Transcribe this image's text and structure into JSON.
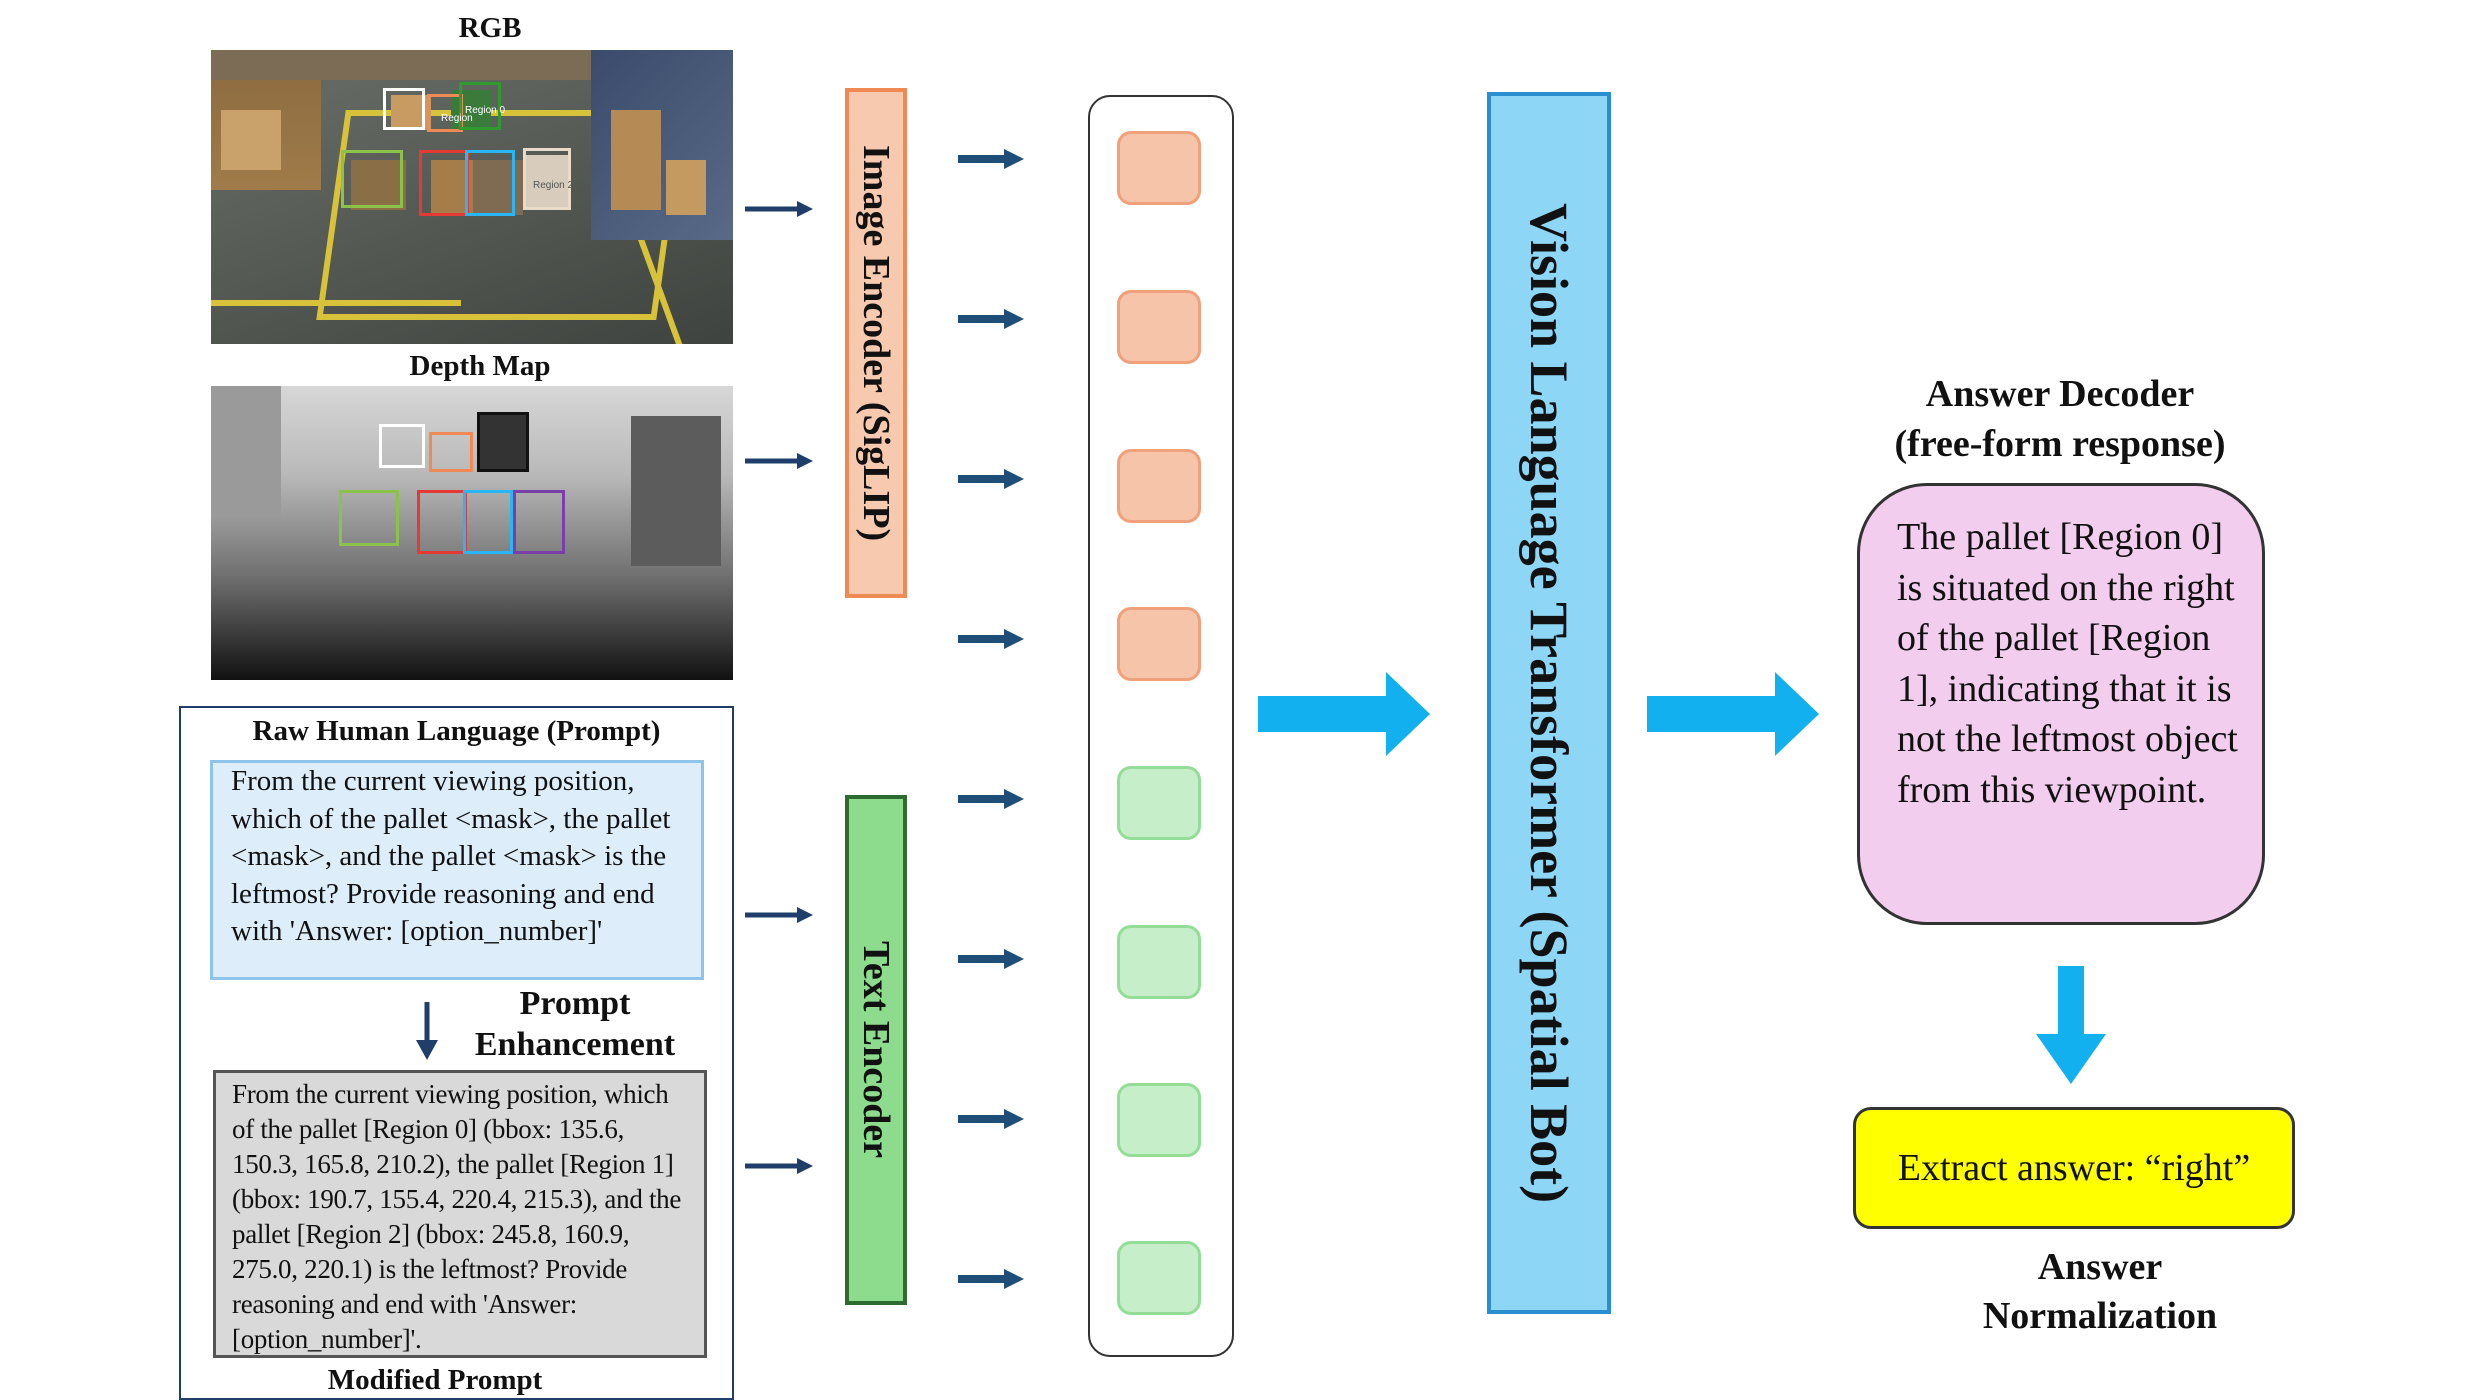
{
  "inputs": {
    "rgb_label": "RGB",
    "depth_label": "Depth Map",
    "rgb_region_tags": [
      "Region",
      "Region 0",
      "Region 2"
    ]
  },
  "prompt": {
    "raw_title": "Raw Human Language (Prompt)",
    "raw_text": "From the current viewing position, which of the pallet <mask>, the pallet <mask>, and the pallet <mask> is the leftmost? Provide reasoning and end with 'Answer: [option_number]'",
    "enhancement_label_line1": "Prompt",
    "enhancement_label_line2": "Enhancement",
    "modified_text": "From the current viewing position, which of the pallet [Region 0] (bbox: 135.6, 150.3, 165.8, 210.2), the pallet [Region 1] (bbox: 190.7, 155.4, 220.4, 215.3), and the pallet [Region 2] (bbox: 245.8, 160.9, 275.0, 220.1) is the leftmost? Provide reasoning and end with 'Answer: [option_number]'.",
    "modified_title": "Modified Prompt"
  },
  "encoders": {
    "image_encoder_label": "Image Encoder (SigLIP)",
    "text_encoder_label": "Text Encoder"
  },
  "model": {
    "vlt_label": "Vision Language Transformer (Spatial Bot)"
  },
  "output": {
    "decoder_title_line1": "Answer Decoder",
    "decoder_title_line2": "(free-form response)",
    "response_text": "The pallet [Region 0] is situated on the right of the pallet [Region 1], indicating that it is not the leftmost object from this viewpoint.",
    "extract_text": "Extract answer: “right”",
    "normalization_line1": "Answer",
    "normalization_line2": "Normalization"
  },
  "colors": {
    "image_encoder_fill": "#f7c9ae",
    "image_encoder_border": "#f08a55",
    "text_encoder_fill": "#8ddc8e",
    "text_encoder_border": "#3d8b41",
    "vlt_fill": "#8dd6f5",
    "vlt_border": "#2a8fd0",
    "big_arrow": "#12b0ef",
    "small_arrow": "#1f4e79",
    "response_fill": "#f2cdee",
    "extract_fill": "#ffff00",
    "raw_prompt_fill": "#ddeefa",
    "modified_prompt_fill": "#d9d9d9"
  }
}
